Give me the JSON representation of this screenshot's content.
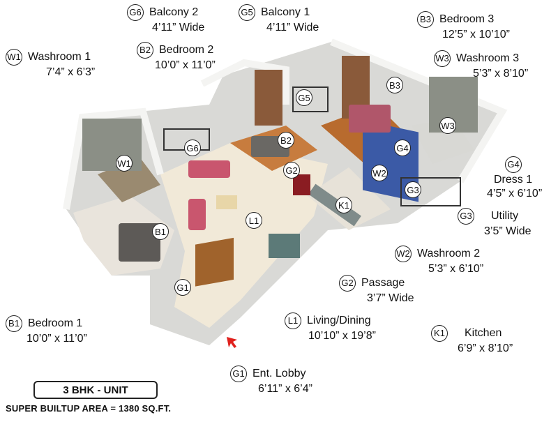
{
  "legend": {
    "W1": {
      "code": "W1",
      "name": "Washroom 1",
      "size": "7’4” x 6’3”"
    },
    "G6": {
      "code": "G6",
      "name": "Balcony 2",
      "size": "4’11” Wide"
    },
    "G5": {
      "code": "G5",
      "name": "Balcony 1",
      "size": "4’11” Wide"
    },
    "B3": {
      "code": "B3",
      "name": "Bedroom 3",
      "size": "12’5” x 10’10”"
    },
    "B2": {
      "code": "B2",
      "name": "Bedroom 2",
      "size": "10’0” x 11’0”"
    },
    "W3": {
      "code": "W3",
      "name": "Washroom 3",
      "size": "5’3” x 8’10”"
    },
    "G4": {
      "code": "G4",
      "name": "Dress 1",
      "size": "4’5” x 6’10”"
    },
    "G3": {
      "code": "G3",
      "name": "Utility",
      "size": "3’5” Wide"
    },
    "W2": {
      "code": "W2",
      "name": "Washroom 2",
      "size": "5’3” x 6’10”"
    },
    "G2": {
      "code": "G2",
      "name": "Passage",
      "size": "3’7” Wide"
    },
    "B1": {
      "code": "B1",
      "name": "Bedroom 1",
      "size": "10’0” x 11’0”"
    },
    "L1": {
      "code": "L1",
      "name": "Living/Dining",
      "size": "10’10” x 19’8”"
    },
    "K1": {
      "code": "K1",
      "name": "Kitchen",
      "size": "6’9” x 8’10”"
    },
    "G1": {
      "code": "G1",
      "name": "Ent. Lobby",
      "size": "6’11” x 6’4”"
    }
  },
  "plan_badges": [
    "W1",
    "G6",
    "B2",
    "G5",
    "B3",
    "W3",
    "G4",
    "G2",
    "W2",
    "K1",
    "G3",
    "L1",
    "B1",
    "G1"
  ],
  "unit_type": "3 BHK - UNIT",
  "area_text": "SUPER BUILTUP AREA = 1380 SQ.FT.",
  "colors": {
    "wall": "#f2f2f0",
    "wall_shadow": "#cfcfcb",
    "floor_wood": "#b86b2e",
    "floor_marble": "#f1e9d8",
    "accent_blue": "#3b5aa6",
    "sofa": "#c9566e",
    "entry_arrow": "#e0201c"
  }
}
